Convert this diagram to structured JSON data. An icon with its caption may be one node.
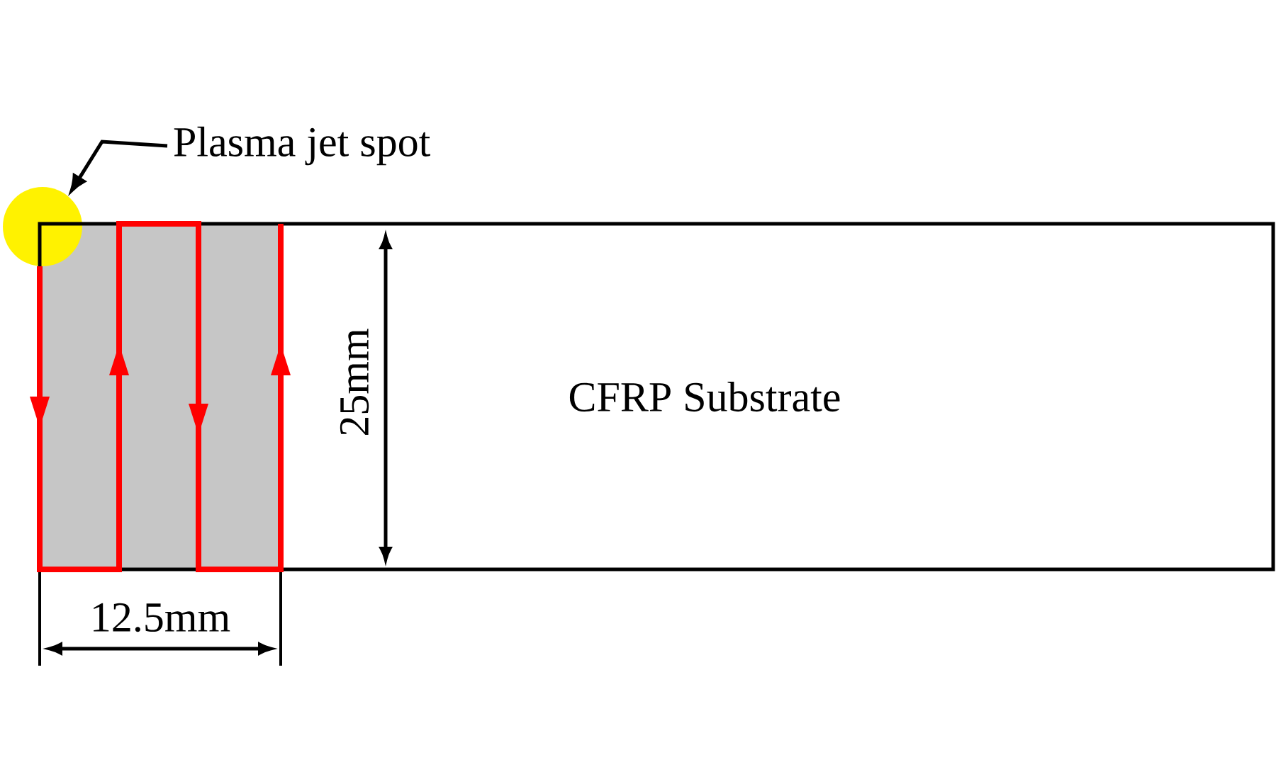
{
  "diagram": {
    "nodes": [
      {
        "text": [
          "Plasma jet spot"
        ]
      },
      {
        "text": [],
        "shape": "circle"
      },
      {
        "text": [
          "CFRP Substrate"
        ]
      }
    ],
    "edges": [
      {
        "from": 0,
        "to": 1,
        "arrow": "to"
      }
    ],
    "labels": [
      "25mm",
      "12.5mm"
    ]
  }
}
